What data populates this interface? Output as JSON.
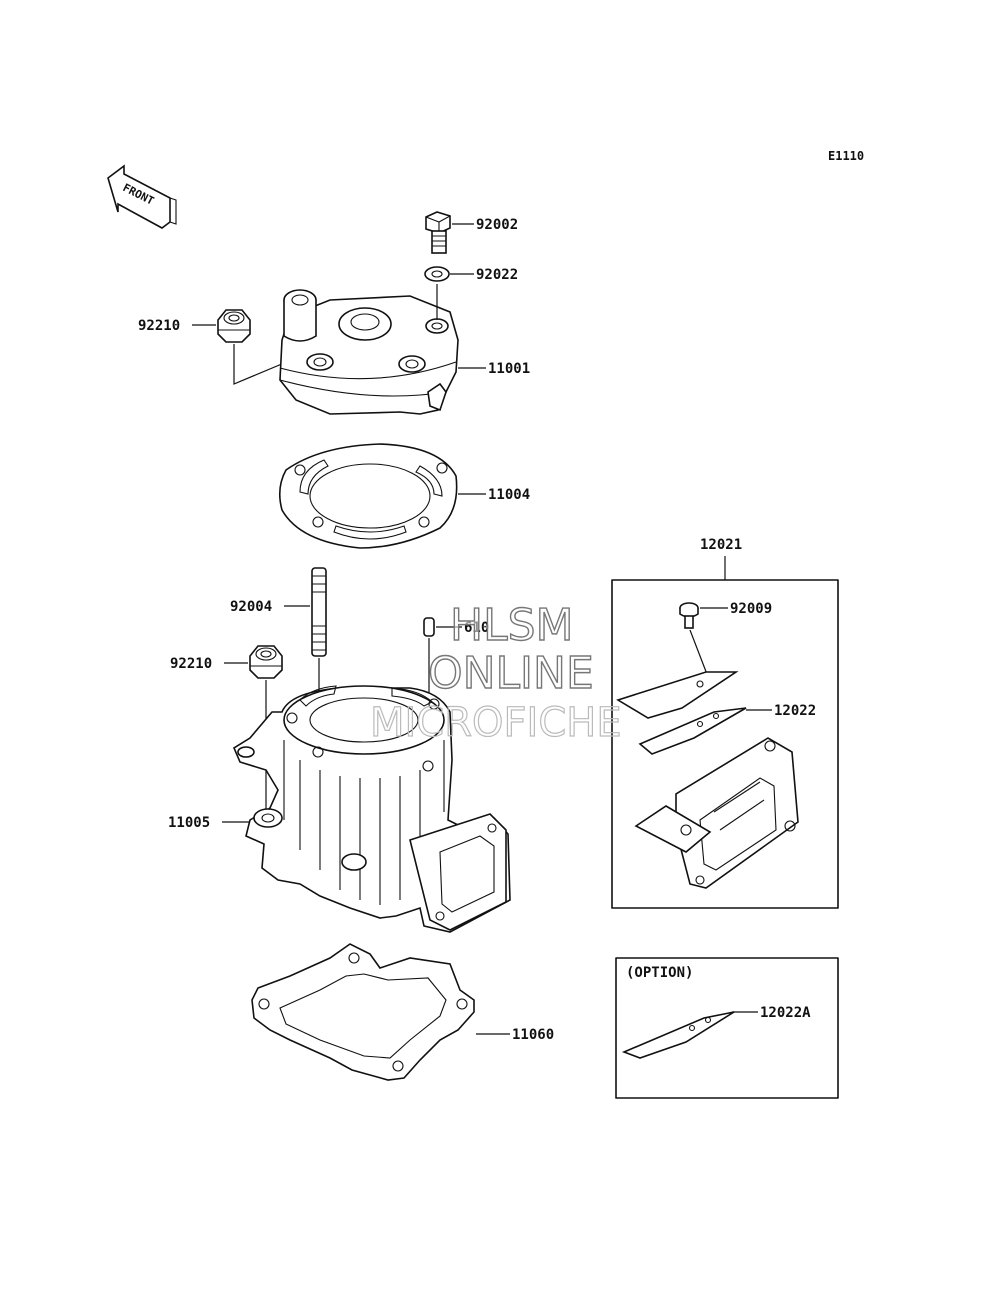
{
  "diagram_code": "E1110",
  "front_marker": "FRONT",
  "parts": {
    "p92002": "92002",
    "p92022": "92022",
    "p92210_top": "92210",
    "p11001": "11001",
    "p11004": "11004",
    "p92004": "92004",
    "p610": "610",
    "p92210_mid": "92210",
    "p11005": "11005",
    "p11060": "11060",
    "p12021": "12021",
    "p92009": "92009",
    "p12022": "12022",
    "p12022A": "12022A"
  },
  "option_label": "(OPTION)",
  "watermark": {
    "line1": "HLSM",
    "line2": "ONLINE",
    "line3": "MICROFICHE"
  }
}
